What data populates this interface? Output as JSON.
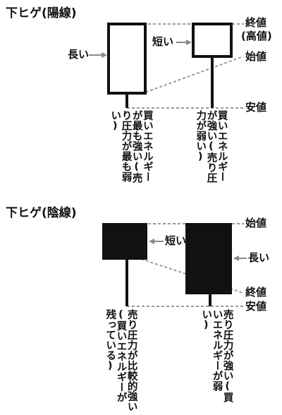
{
  "top": {
    "title": "下ヒゲ(陽線)",
    "label_long": "長い",
    "label_short": "短い",
    "label_close": "終値",
    "label_close_sub": "(高値)",
    "label_open": "始値",
    "label_low": "安値",
    "caption_left": "買いエネルギーが最も強い(売り圧力が最も弱い)",
    "caption_right": "買いエネルギーが強い(売り圧力が弱い)"
  },
  "bottom": {
    "title": "下ヒゲ(陰線)",
    "label_short": "短い",
    "label_long": "長い",
    "label_open": "始値",
    "label_close": "終値",
    "label_low": "安値",
    "caption_left": "売り圧力が比較的強い(買いエネルギーが残っている)",
    "caption_right": "売り圧力が強い(買いエネルギーが弱い)"
  },
  "colors": {
    "ink": "#111111",
    "guide": "#9a9a9a",
    "fill_bear": "#111111",
    "fill_bull": "#ffffff"
  }
}
